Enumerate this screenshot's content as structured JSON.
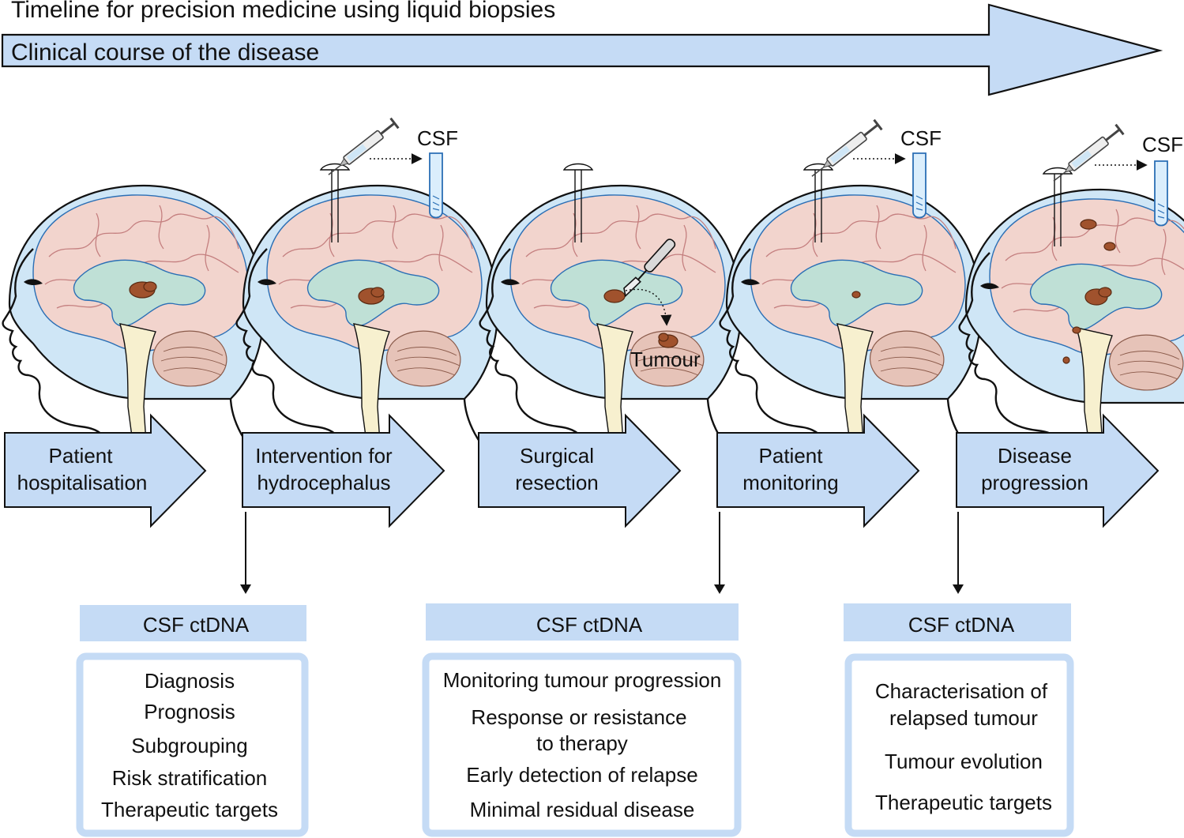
{
  "header": {
    "title": "Timeline for precision medicine using liquid biopsies",
    "course_label": "Clinical course of the disease"
  },
  "labels": {
    "csf": "CSF",
    "tumour": "Tumour"
  },
  "stages": [
    {
      "lines": [
        "Patient",
        "hospitalisation"
      ]
    },
    {
      "lines": [
        "Intervention for",
        "hydrocephalus"
      ]
    },
    {
      "lines": [
        "Surgical",
        "resection"
      ]
    },
    {
      "lines": [
        "Patient",
        "monitoring"
      ]
    },
    {
      "lines": [
        "Disease",
        "progression"
      ]
    }
  ],
  "ctdna_panels": [
    {
      "header": "CSF ctDNA",
      "items": [
        "Diagnosis",
        "Prognosis",
        "Subgrouping",
        "Risk stratification",
        "Therapeutic targets"
      ]
    },
    {
      "header": "CSF ctDNA",
      "items": [
        "Monitoring tumour progression",
        "Response or resistance",
        "to therapy",
        "Early detection of relapse",
        "Minimal residual disease"
      ]
    },
    {
      "header": "CSF ctDNA",
      "items": [
        "Characterisation of",
        "relapsed tumour",
        "Tumour evolution",
        "Therapeutic targets"
      ]
    }
  ],
  "colors": {
    "arrow_fill": "#c5dbf5",
    "arrow_stroke": "#111111",
    "panel_header": "#c5dbf5",
    "panel_border": "#c5dbf5",
    "csf_fluid": "#cfe6f6",
    "brain": "#f2d4cd",
    "ventricle": "#bfe0d6",
    "tumour": "#a0522d"
  }
}
